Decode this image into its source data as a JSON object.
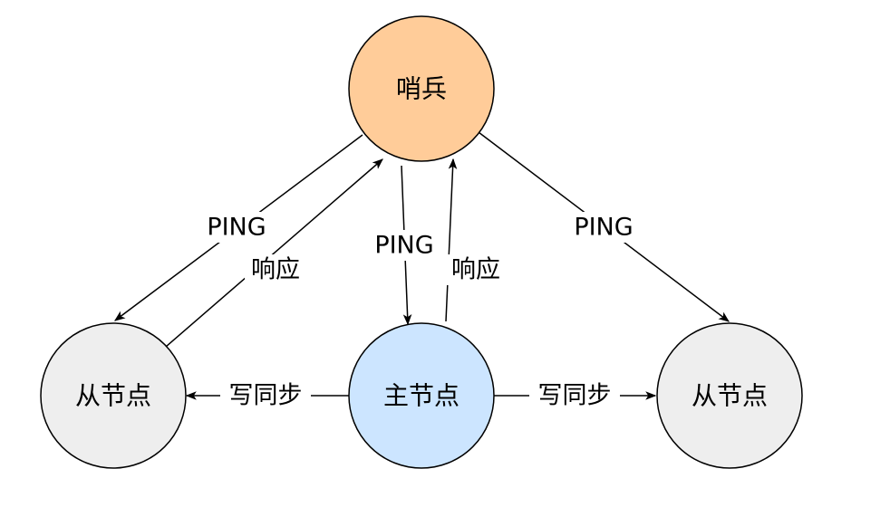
{
  "colors": {
    "sentinel_fill": "#ffcc99",
    "master_fill": "#cce5ff",
    "slave_fill": "#eeeeee",
    "stroke": "#000000"
  },
  "nodes": {
    "sentinel": "哨兵",
    "master": "主节点",
    "slave_left": "从节点",
    "slave_right": "从节点"
  },
  "edges": {
    "ping_left": "PING",
    "response_left": "响应",
    "ping_middle": "PING",
    "response_middle": "响应",
    "ping_right": "PING",
    "sync_left": "写同步",
    "sync_right": "写同步"
  }
}
